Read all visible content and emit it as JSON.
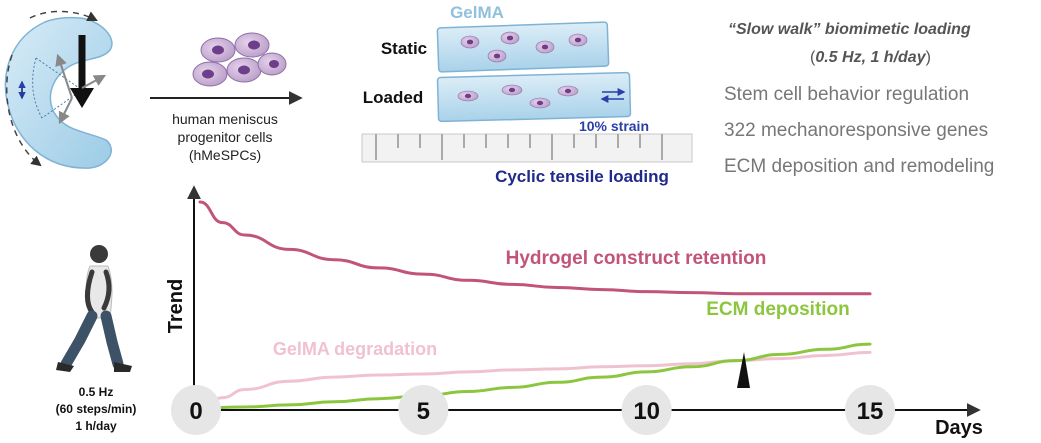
{
  "top": {
    "cells_label_line1": "human meniscus",
    "cells_label_line2": "progenitor cells",
    "cells_label_line3": "(hMeSPCs)",
    "gelma_label": "GelMA",
    "static_label": "Static",
    "loaded_label": "Loaded",
    "strain_label": "10% strain",
    "loading_label": "Cyclic tensile loading"
  },
  "right_panel": {
    "title_line1": "“Slow walk” biomimetic loading",
    "title_line2_prefix": "(",
    "title_line2_italic": "0.5 Hz, 1 h/day",
    "title_line2_suffix": ")",
    "bullets": [
      "Stem cell behavior regulation",
      "322 mechanoresponsive genes",
      "ECM deposition and remodeling"
    ]
  },
  "walker": {
    "freq": "0.5 Hz",
    "steps": "(60 steps/min)",
    "duration": "1 h/day"
  },
  "chart_data": {
    "type": "line",
    "ylabel": "Trend",
    "xlabel": "Days",
    "xlim": [
      0,
      15
    ],
    "ylim": [
      0,
      1
    ],
    "x_ticks": [
      "0",
      "5",
      "10",
      "15"
    ],
    "series": [
      {
        "name": "Hydrogel construct retention",
        "color": "#c2537a",
        "x": [
          0,
          0.5,
          1,
          2,
          3,
          4,
          5,
          6,
          7,
          8,
          9,
          10,
          11,
          12,
          13,
          14,
          15
        ],
        "y": [
          1.0,
          0.9,
          0.84,
          0.77,
          0.72,
          0.68,
          0.65,
          0.62,
          0.6,
          0.585,
          0.575,
          0.565,
          0.56,
          0.555,
          0.555,
          0.555,
          0.555
        ]
      },
      {
        "name": "GelMA degradation",
        "color": "#f0c2cf",
        "x": [
          0,
          0.5,
          1,
          2,
          3,
          4,
          5,
          6,
          7,
          8,
          9,
          10,
          11,
          12,
          13,
          14,
          15
        ],
        "y": [
          0.0,
          0.05,
          0.09,
          0.13,
          0.15,
          0.16,
          0.165,
          0.175,
          0.185,
          0.19,
          0.2,
          0.205,
          0.215,
          0.23,
          0.24,
          0.255,
          0.27
        ]
      },
      {
        "name": "ECM deposition",
        "color": "#8cc63f",
        "x": [
          0,
          1,
          2,
          3,
          4,
          5,
          6,
          7,
          8,
          9,
          10,
          11,
          12,
          13,
          14,
          15
        ],
        "y": [
          0.0,
          0.005,
          0.015,
          0.03,
          0.045,
          0.06,
          0.08,
          0.1,
          0.125,
          0.15,
          0.175,
          0.2,
          0.23,
          0.26,
          0.285,
          0.31
        ]
      }
    ]
  }
}
